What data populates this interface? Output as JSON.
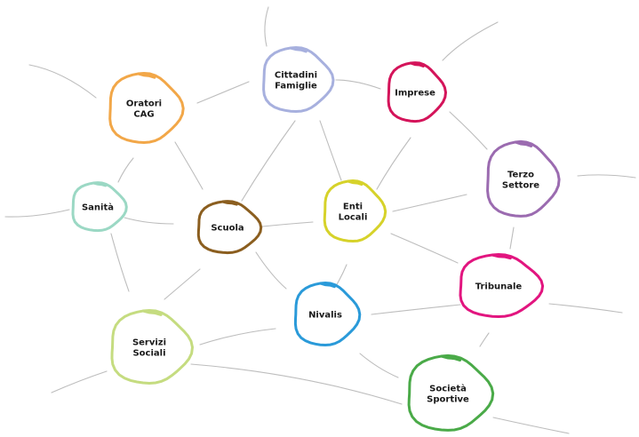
{
  "nodes": [
    {
      "id": "cittadini",
      "lines": [
        "Cittadini",
        "Famiglie"
      ],
      "color": "#a7b0de"
    },
    {
      "id": "oratori",
      "lines": [
        "Oratori",
        "CAG"
      ],
      "color": "#f2a748"
    },
    {
      "id": "imprese",
      "lines": [
        "Imprese"
      ],
      "color": "#d4145a"
    },
    {
      "id": "terzo",
      "lines": [
        "Terzo",
        "Settore"
      ],
      "color": "#9b6bb0"
    },
    {
      "id": "sanita",
      "lines": [
        "Sanità"
      ],
      "color": "#9bd8c4"
    },
    {
      "id": "scuola",
      "lines": [
        "Scuola"
      ],
      "color": "#8b5e1f"
    },
    {
      "id": "enti",
      "lines": [
        "Enti",
        "Locali"
      ],
      "color": "#d6d22a"
    },
    {
      "id": "tribunale",
      "lines": [
        "Tribunale"
      ],
      "color": "#e2157f"
    },
    {
      "id": "nivalis",
      "lines": [
        "Nivalis"
      ],
      "color": "#2a9ad9"
    },
    {
      "id": "servizi",
      "lines": [
        "Servizi",
        "Sociali"
      ],
      "color": "#c5dc80"
    },
    {
      "id": "societa",
      "lines": [
        "Società",
        "Sportive"
      ],
      "color": "#4aaa48"
    }
  ],
  "connection_color": "#bdbdbd"
}
